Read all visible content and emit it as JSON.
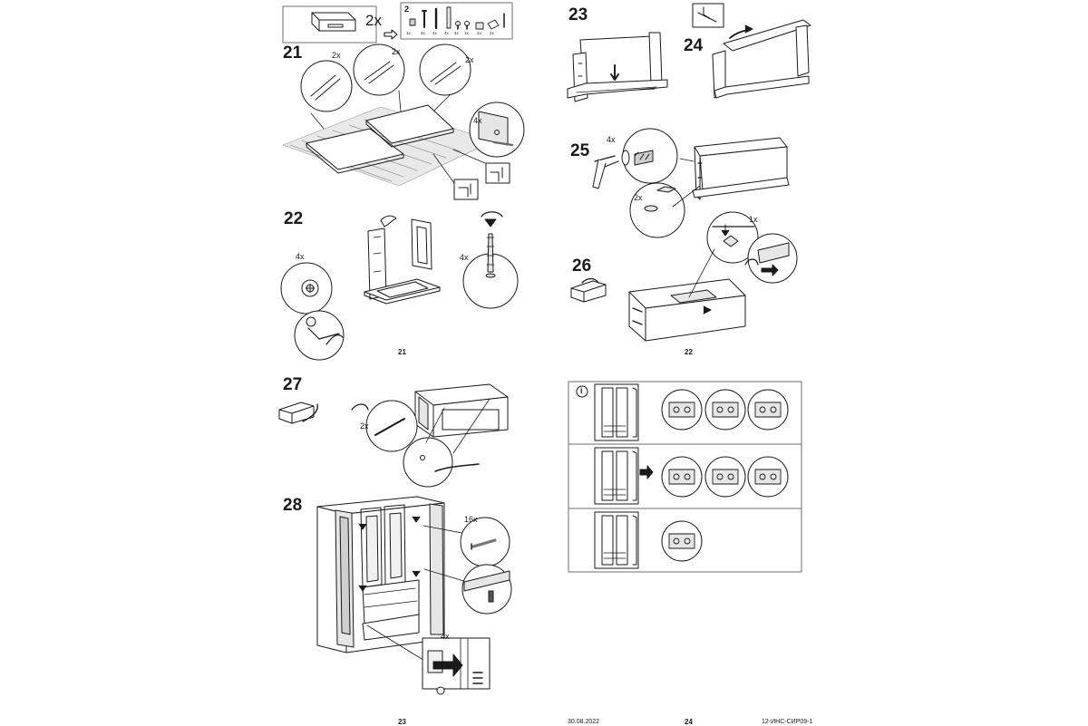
{
  "pages": {
    "left": {
      "header_box": {
        "multiplier": "2x"
      },
      "hardware": {
        "step_marker": "2",
        "labels": [
          "1x",
          "4x",
          "4x",
          "4x",
          "4x",
          "1x",
          "1x",
          "2x"
        ]
      },
      "step21": {
        "number": "21",
        "counts": [
          "2x",
          "2x",
          "2x",
          "4x"
        ]
      },
      "step22": {
        "number": "22",
        "counts": [
          "4x",
          "4x"
        ]
      },
      "page_number_mid": "21",
      "step27": {
        "number": "27",
        "counts": [
          "2x"
        ]
      },
      "step28": {
        "number": "28",
        "counts": [
          "16x",
          "4x"
        ]
      },
      "page_number": "23"
    },
    "right": {
      "step23": {
        "number": "23"
      },
      "step24": {
        "number": "24"
      },
      "step25": {
        "number": "25",
        "counts": [
          "4x",
          "2x"
        ]
      },
      "step26": {
        "number": "26",
        "counts": [
          "1x"
        ]
      },
      "page_number_mid": "22",
      "info_panel": {
        "icon": "info-icon",
        "symbol": "i"
      },
      "page_number": "24"
    }
  },
  "footer": {
    "date": "30.08.2022",
    "doc_code": "12-ИНС-СИР09-1"
  },
  "colors": {
    "line": "#1a1a1a",
    "shade": "#e6e6e6",
    "dark": "#9a9a9a",
    "border": "#6d6d6d"
  }
}
